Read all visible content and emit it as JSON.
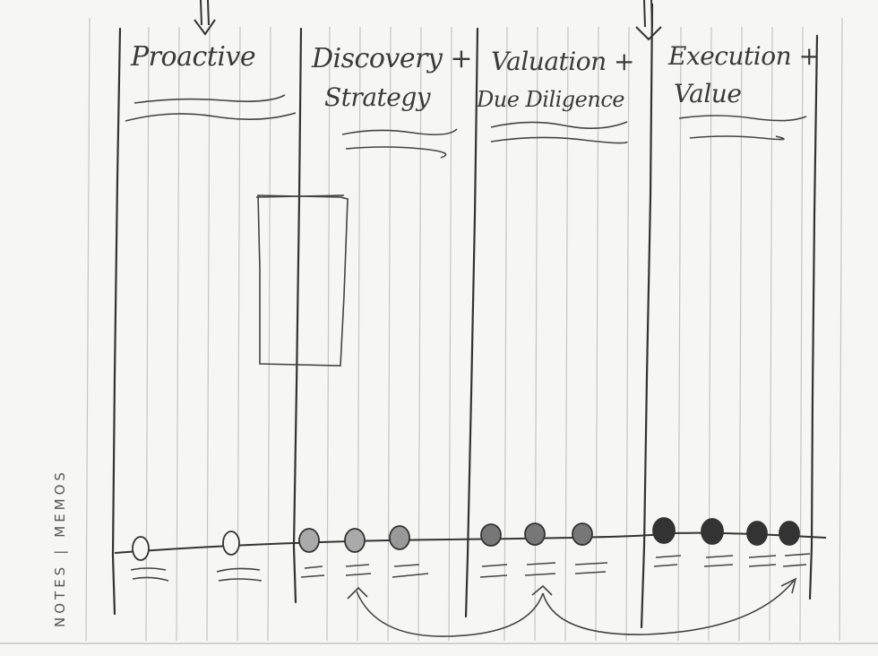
{
  "phases": [
    {
      "line1": "Proactive",
      "line2": ""
    },
    {
      "line1": "Discovery +",
      "line2": "Strategy"
    },
    {
      "line1": "Valuation +",
      "line2": "Due Diligence"
    },
    {
      "line1": "Execution +",
      "line2": "Value"
    }
  ],
  "margin_label": {
    "left": "NOTES",
    "separator": "|",
    "right": "MEMOS"
  },
  "colors": {
    "ink": "#3a3a3a",
    "paper": "#f6f6f4",
    "rule_line": "#b9b9b9",
    "dark_fill": "#333333"
  },
  "icons": [
    "down-arrow-icon",
    "down-arrow-icon"
  ]
}
